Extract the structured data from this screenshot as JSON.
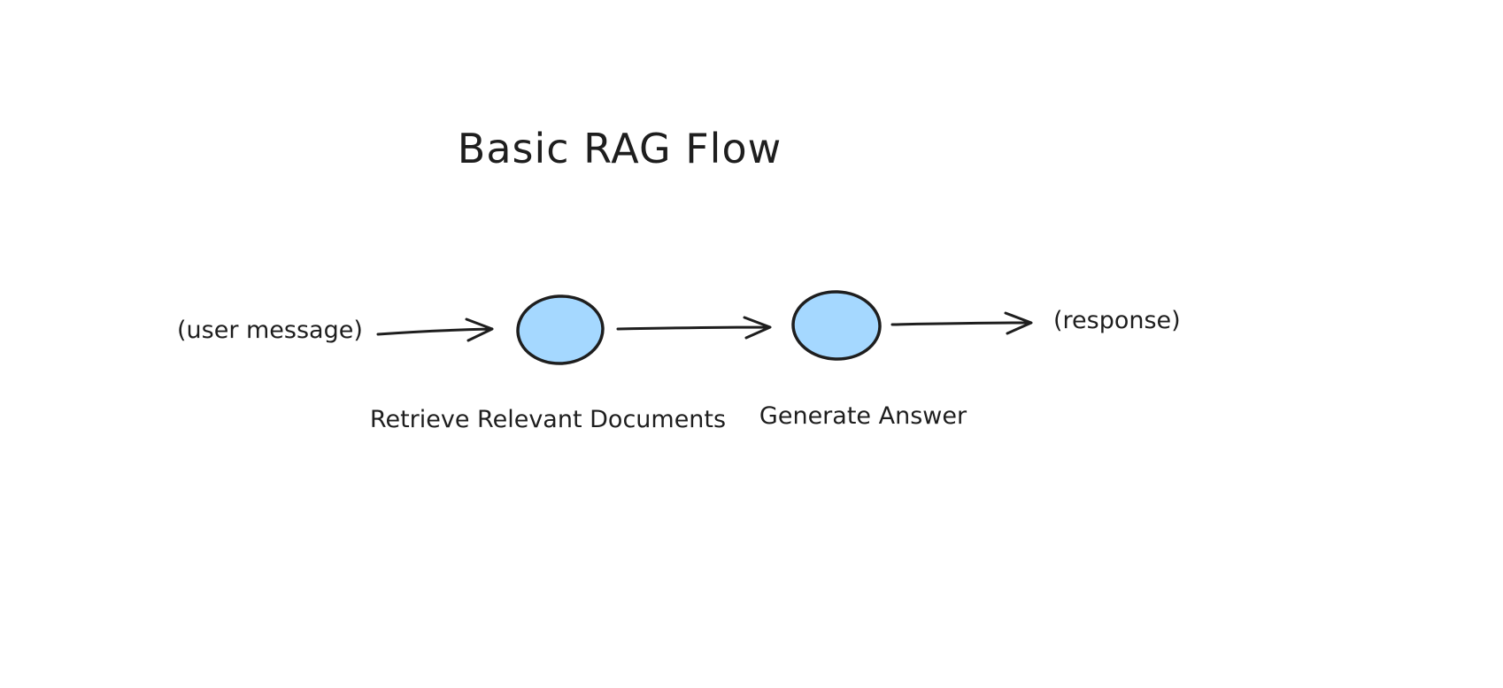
{
  "diagram": {
    "title": "Basic RAG Flow",
    "input_label": "(user message)",
    "output_label": "(response)",
    "nodes": [
      {
        "label": "Retrieve Relevant Documents",
        "shape": "ellipse"
      },
      {
        "label": "Generate Answer",
        "shape": "ellipse"
      }
    ],
    "colors": {
      "background": "#ffffff",
      "stroke": "#1e1e1e",
      "node_fill": "#a5d8ff"
    }
  }
}
